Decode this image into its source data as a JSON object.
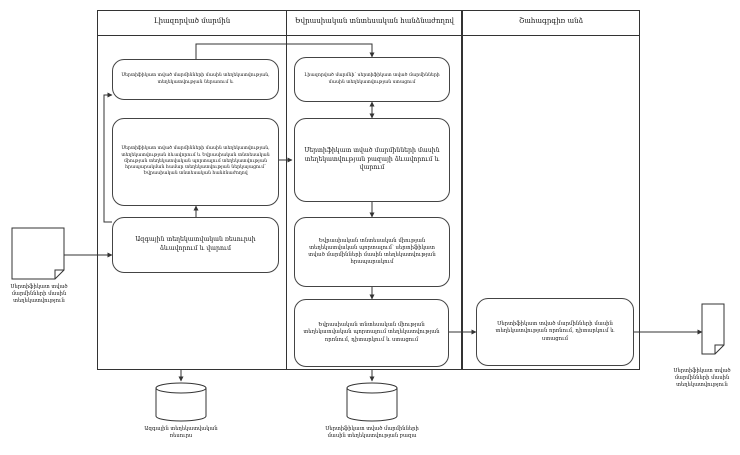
{
  "lanes": [
    {
      "title": "Լիազորված մարմին"
    },
    {
      "title": "Եվրասիական տնտեսական հանձնաժողով"
    },
    {
      "title": "Շահագրգիռ անձ"
    }
  ],
  "process": {
    "step1": "Սերտիֆիկատ տված մարմինների մասին տեղեկատվության, տեղեկատվության ներառում և",
    "step2": "Սերտիֆիկատ տված մարմինների մասին տեղեկատվության, տեղեկատվության ձևավորում և Եվրասիական տնտեսական միության տեղեկատվական պորտալում տեղեկատվության հրապարակման համար տեղեկատվության ներկայացում՝ Եվրասիական տնտեսական հանձնաժողով",
    "step3": "Ազգային տեղեկատվական ռեսուրսի ձևավորում և վարում",
    "step4": "Լիազորված մարմնի՝ սերտիֆիկատ տված մարմինների մասին տեղեկատվության ստացում",
    "step5": "Սերտիֆիկատ տված մարմինների մասին տեղեկատվության բազայի ձևավորում և վարում",
    "step6": "Եվրասիական տնտեսական միության տեղեկատվական պորտալում՝ սերտիֆիկատ տված մարմինների մասին տեղեկատվության հրապարակում",
    "step7": "Եվրասիական տնտեսական միության տեղեկատվական պորտալում տեղեկատվության որոնում, դիտարկում և ստացում",
    "step8": "Սերտիֆիկատ տված մարմինների մասին տեղեկատվության որոնում, դիտարկում և ստացում"
  },
  "documents": {
    "input": "Սերտիֆիկատ տված մարմինների մասին տեղեկատվություն",
    "output": "Սերտիֆիկատ տված մարմինների մասին տեղեկատվություն"
  },
  "datastores": {
    "national": "Ազգային տեղեկատվական ռեսուրս",
    "eec": "Սերտիֆիկատ տված մարմինների մասին տեղեկատվության բազա"
  }
}
